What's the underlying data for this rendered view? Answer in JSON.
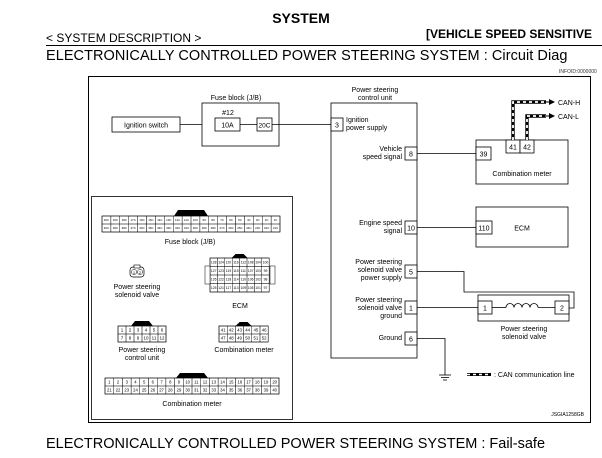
{
  "header": {
    "title": "SYSTEM",
    "system_description": "< SYSTEM DESCRIPTION >",
    "vehicle_speed_sensitive": "[VEHICLE SPEED SENSITIVE"
  },
  "section_circuit": {
    "heading": "ELECTRONICALLY CONTROLLED POWER STEERING SYSTEM  : Circuit Diag",
    "info_id": "INFOID:0000000"
  },
  "diagram": {
    "ignition_switch": "Ignition switch",
    "fuse_block_title": "Fuse block (J/B)",
    "fuse_number": "#12",
    "fuse_rating": "10A",
    "fuse_connector": "20C",
    "psu_title_line1": "Power steering",
    "psu_title_line2": "control unit",
    "terminals": [
      {
        "no": "3",
        "line1": "Ignition",
        "line2": "power supply"
      },
      {
        "no": "8",
        "line1": "Vehicle",
        "line2": "speed signal"
      },
      {
        "no": "10",
        "line1": "Engine speed",
        "line2": "signal"
      },
      {
        "no": "5",
        "line1": "Power steering",
        "line2": "solenoid valve",
        "line3": "power supply"
      },
      {
        "no": "1",
        "line1": "Power steering",
        "line2": "solenoid valve",
        "line3": "ground"
      },
      {
        "no": "6",
        "line1": "Ground"
      }
    ],
    "combination_meter": {
      "name": "Combination meter",
      "terminal_39": "39",
      "terminal_41": "41",
      "terminal_42": "42"
    },
    "can_h": "CAN-H",
    "can_l": "CAN-L",
    "ecm": {
      "name": "ECM",
      "terminal": "110"
    },
    "solenoid": {
      "line1": "Power steering",
      "line2": "solenoid valve",
      "pin1": "1",
      "pin2": "2"
    },
    "legend_can": ": CAN communication line",
    "connectors": {
      "fuse_block_label": "Fuse block (J/B)",
      "fuse_row1": [
        "20C",
        "19C",
        "18C",
        "17C",
        "16C",
        "15C",
        "14C",
        "13C",
        "12C",
        "11C",
        "10C",
        "9C",
        "8C",
        "7C",
        "6C",
        "5C",
        "4C",
        "3C",
        "2C",
        "1C"
      ],
      "fuse_row2": [
        "40C",
        "39C",
        "38C",
        "37C",
        "36C",
        "35C",
        "34C",
        "33C",
        "32C",
        "31C",
        "30C",
        "29C",
        "28C",
        "27C",
        "26C",
        "25C",
        "24C",
        "23C",
        "22C",
        "21C"
      ],
      "solenoid_pins": [
        "1",
        "2"
      ],
      "solenoid_line1": "Power steering",
      "solenoid_line2": "solenoid valve",
      "ecm_label": "ECM",
      "ecm_rows": [
        [
          "128",
          "124",
          "120",
          "116",
          "112",
          "108",
          "104",
          "100"
        ],
        [
          "127",
          "123",
          "119",
          "115",
          "111",
          "107",
          "103",
          "99"
        ],
        [
          "126",
          "122",
          "118",
          "114",
          "110",
          "106",
          "102",
          "98"
        ],
        [
          "125",
          "121",
          "117",
          "113",
          "109",
          "105",
          "101",
          "97"
        ]
      ],
      "psu_row1": [
        "1",
        "2",
        "3",
        "4",
        "5",
        "6"
      ],
      "psu_row2": [
        "7",
        "8",
        "9",
        "10",
        "11",
        "12"
      ],
      "psu_line1": "Power steering",
      "psu_line2": "control unit",
      "meter_small_row1": [
        "41",
        "42",
        "43",
        "44",
        "45",
        "46"
      ],
      "meter_small_row2": [
        "47",
        "48",
        "49",
        "50",
        "51",
        "52"
      ],
      "meter_small_label": "Combination meter",
      "meter_row1": [
        "1",
        "2",
        "3",
        "4",
        "5",
        "6",
        "7",
        "8",
        "9",
        "10",
        "11",
        "12",
        "13",
        "14",
        "15",
        "16",
        "17",
        "18",
        "19",
        "20"
      ],
      "meter_row2": [
        "21",
        "22",
        "23",
        "24",
        "25",
        "26",
        "27",
        "28",
        "29",
        "30",
        "31",
        "32",
        "33",
        "34",
        "35",
        "36",
        "37",
        "38",
        "39",
        "40"
      ],
      "meter_label": "Combination meter"
    },
    "figure_id": "JSGIA1258GB"
  },
  "section_failsafe": {
    "heading": "ELECTRONICALLY CONTROLLED POWER STEERING SYSTEM  : Fail-safe"
  }
}
